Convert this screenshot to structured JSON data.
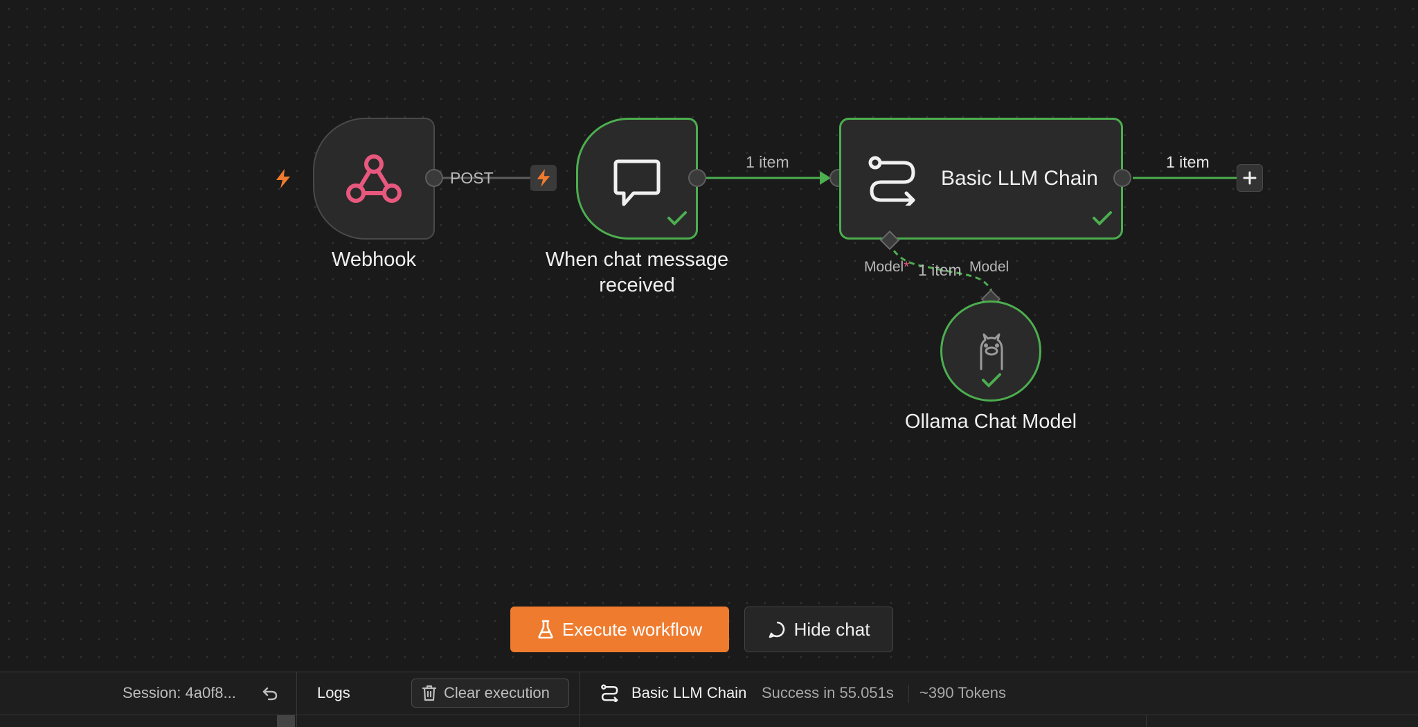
{
  "nodes": {
    "webhook": {
      "label": "Webhook"
    },
    "chat_trigger": {
      "label": "When chat message received"
    },
    "llm_chain": {
      "label": "Basic LLM Chain"
    },
    "ollama": {
      "label": "Ollama Chat Model"
    }
  },
  "edges": {
    "webhook_method": "POST",
    "chat_to_chain": "1 item",
    "chain_out": "1 item",
    "model_connection": "1 item",
    "chain_model_input": "Model",
    "chain_model_required": "*",
    "ollama_model_output": "Model"
  },
  "colors": {
    "success": "#4cae4f",
    "accent": "#ef7b2e",
    "webhook_icon": "#e8587e"
  },
  "toolbar": {
    "execute_label": "Execute workflow",
    "hide_chat_label": "Hide chat"
  },
  "bottom": {
    "session_label": "Session: 4a0f8...",
    "logs_label": "Logs",
    "clear_label": "Clear execution",
    "node_name": "Basic LLM Chain",
    "status": "Success in 55.051s",
    "tokens": "~390 Tokens"
  }
}
